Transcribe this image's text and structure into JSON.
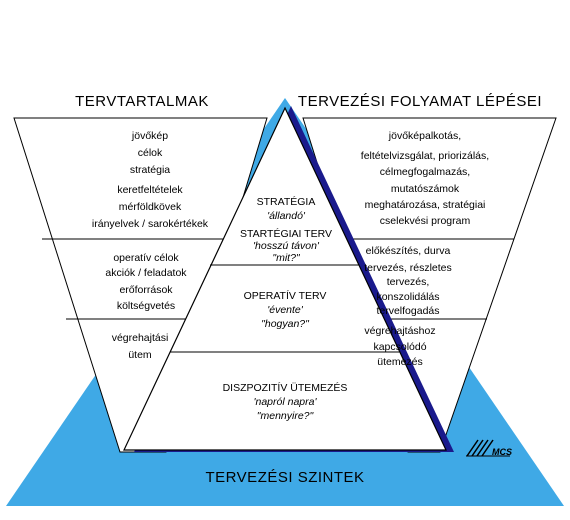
{
  "left_header": "TERVTARTALMAK",
  "right_header": "TERVEZÉSI FOLYAMAT LÉPÉSEI",
  "bottom_title": "TERVEZÉSI SZINTEK",
  "left_sections": [
    {
      "lines": [
        "jövőkép",
        "célok",
        "stratégia",
        "keretfeltételek",
        "mérföldkövek",
        "irányelvek / sarokértékek"
      ]
    },
    {
      "lines": [
        "operatív célok",
        "akciók / feladatok",
        "erőforrások",
        "költségvetés"
      ]
    },
    {
      "lines": [
        "végrehajtási",
        "ütem"
      ]
    }
  ],
  "right_sections": [
    {
      "lines": [
        "jövőképalkotás,",
        "feltételvizsgálat, priorizálás,",
        "célmegfogalmazás,",
        "mutatószámok",
        "meghatározása, stratégiai",
        "cselekvési program"
      ]
    },
    {
      "lines": [
        "előkészítés, durva",
        "tervezés, részletes",
        "tervezés,",
        "konszolidálás",
        "tervelfogadás"
      ]
    },
    {
      "lines": [
        "végrehajtáshoz",
        "kapcsolódó",
        "ütemezés"
      ]
    }
  ],
  "levels": [
    {
      "title": "STRATÉGIA",
      "sub": "'állandó'"
    },
    {
      "title": "STARTÉGIAI TERV",
      "sub": "'hosszú távon'",
      "q": "\"mit?\""
    },
    {
      "title": "OPERATÍV TERV",
      "sub": "'évente'",
      "q": "\"hogyan?\""
    },
    {
      "title": "DISZPOZITÍV ÜTEMEZÉS",
      "sub": "'napról napra'",
      "q": "\"mennyire?\""
    }
  ],
  "logo_text": "MCS",
  "colors": {
    "triangle_blue": "#3fa9e6",
    "triangle_dark": "#1a1a8c"
  }
}
